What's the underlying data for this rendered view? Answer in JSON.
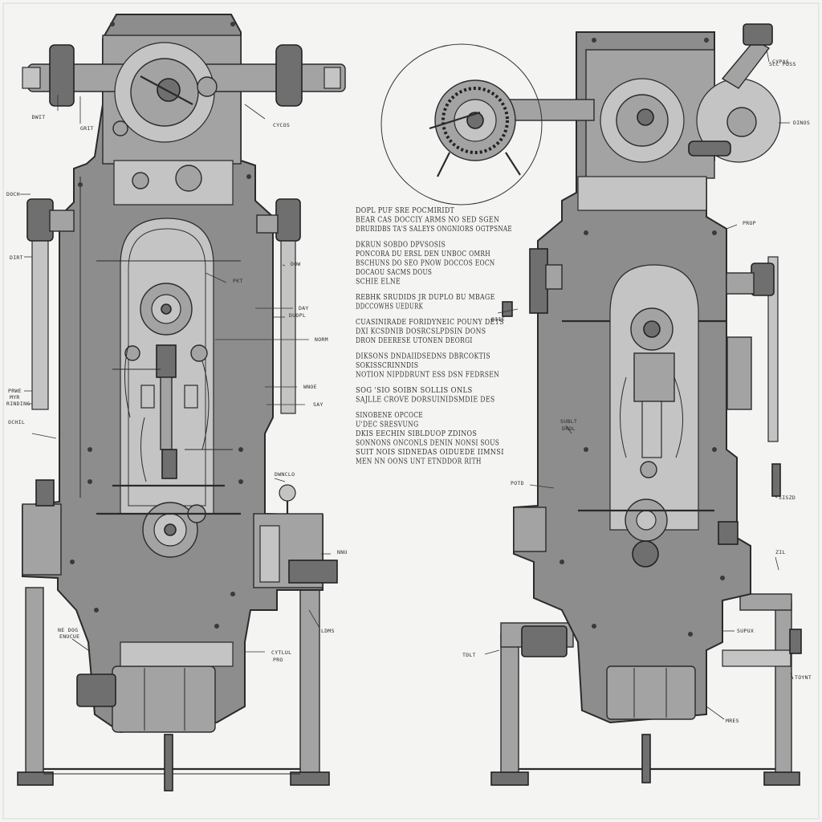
{
  "colors": {
    "paper": "#f4f4f2",
    "ink": "#2a2a2a",
    "body": "#8d8d8d",
    "shade": "#6f6f6f"
  },
  "left_machine": {
    "callouts": [
      "DWIT",
      "GRIT",
      "DOCH",
      "CYCOS",
      "DIRT",
      "PKT",
      "DOW",
      "DAY",
      "NORM",
      "WNOE",
      "PRWE",
      "MYR",
      "RINDING",
      "SAY",
      "DWNCLO",
      "NNU",
      "NE DOG",
      "ENUCUE",
      "CYTLUL",
      "PRO",
      "LDMS",
      "OCHIL",
      "DUOPL"
    ]
  },
  "right_machine": {
    "callouts": [
      "CYPAS",
      "SCC PDSS",
      "DINOS",
      "PROP",
      "POTD",
      "SISZD",
      "ZIL",
      "SUPUX",
      "TDLT",
      "TOYNT",
      "MRES",
      "SUBLT",
      "DHOL",
      "BIIE"
    ]
  },
  "spec_block": {
    "paragraphs": [
      [
        "DOPL PUF SRE POCMIRIDT",
        "BEAR CAS DOCCIY ARMS NO SED SGEN",
        "DRURIDBS TA'S SALEYS ONGNIORS OGTPSNAE"
      ],
      [
        "DKRUN SOBDO DPVSOSIS",
        "PONCORA DU ERSL DEN UNBOC OMRH",
        "BSCHUNS DO SEO PNOW DOCCOS EOCN",
        "DOCAOU SACMS DOUS",
        "SCHIE ELNE"
      ],
      [
        "REBHK SRUDIDS JR DUPLO BU MBAGE",
        "DDCCOWHS UEDURK"
      ],
      [
        "CUASINIRADE FORIDYNEIC POUNY DETS",
        "DXI KCSDNIB DOSRCSLPDSIN DONS",
        "DRON DEERESE UTONEN DEORGI"
      ],
      [
        "DIKSONS DNDAIIDSEDNS DBRCOKTIS",
        "SOKISSCRINNDIS",
        "NOTION NIPDDRUNT ESS DSN FEDRSEN"
      ],
      [
        "SOG 'SIO SOIBN SOLLIS ONLS",
        "SAJLLE CROVE DORSUINIDSMDIE DES"
      ],
      [
        "SINOBENE OPCOCE",
        "U'DEC SRESVUNG",
        "DKIS EECHIN SIBLDUOP ZDINOS",
        "SONNONS ONCONLS DENIN NONSI SOUS",
        "SUIT NOIS SIDNEDAS OIDUEDE IIMNSI",
        "MEN NN OONS UNT ETNDDOR RITH"
      ]
    ]
  }
}
